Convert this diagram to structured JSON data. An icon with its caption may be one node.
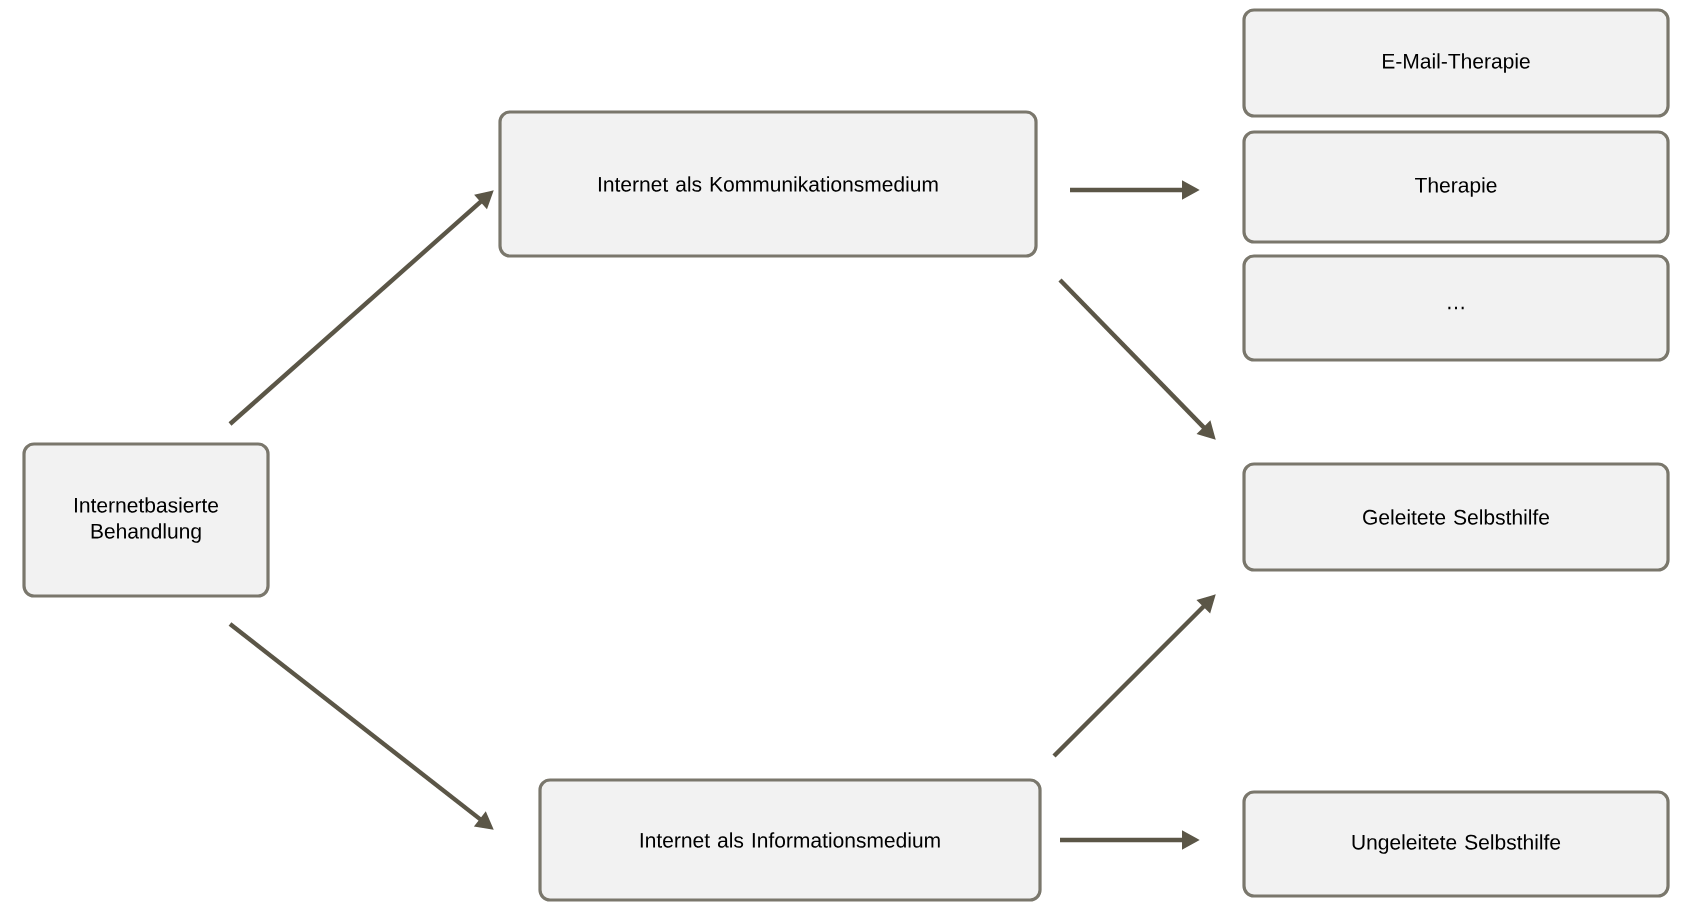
{
  "diagram": {
    "nodes": [
      {
        "text": [
          "Internetbasierte Behandlung"
        ]
      },
      {
        "text": [
          "Internet als Kommunikationsmedium"
        ]
      },
      {
        "text": [
          "Internet als Informationsmedium"
        ]
      },
      {
        "text": [
          "E-Mail-Therapie"
        ]
      },
      {
        "text": [
          "Therapie"
        ]
      },
      {
        "text": [
          "…"
        ]
      },
      {
        "text": [
          "Geleitete Selbsthilfe"
        ]
      },
      {
        "text": [
          "Ungeleitete Selbsthilfe"
        ]
      }
    ],
    "edges": [
      {
        "from": 0,
        "to": 1,
        "arrow": "to"
      },
      {
        "from": 0,
        "to": 2,
        "arrow": "to"
      },
      {
        "from": 1,
        "to": 4,
        "arrow": "to"
      },
      {
        "from": 1,
        "to": 6,
        "arrow": "to"
      },
      {
        "from": 2,
        "to": 6,
        "arrow": "to"
      },
      {
        "from": 2,
        "to": 7,
        "arrow": "to"
      }
    ]
  }
}
